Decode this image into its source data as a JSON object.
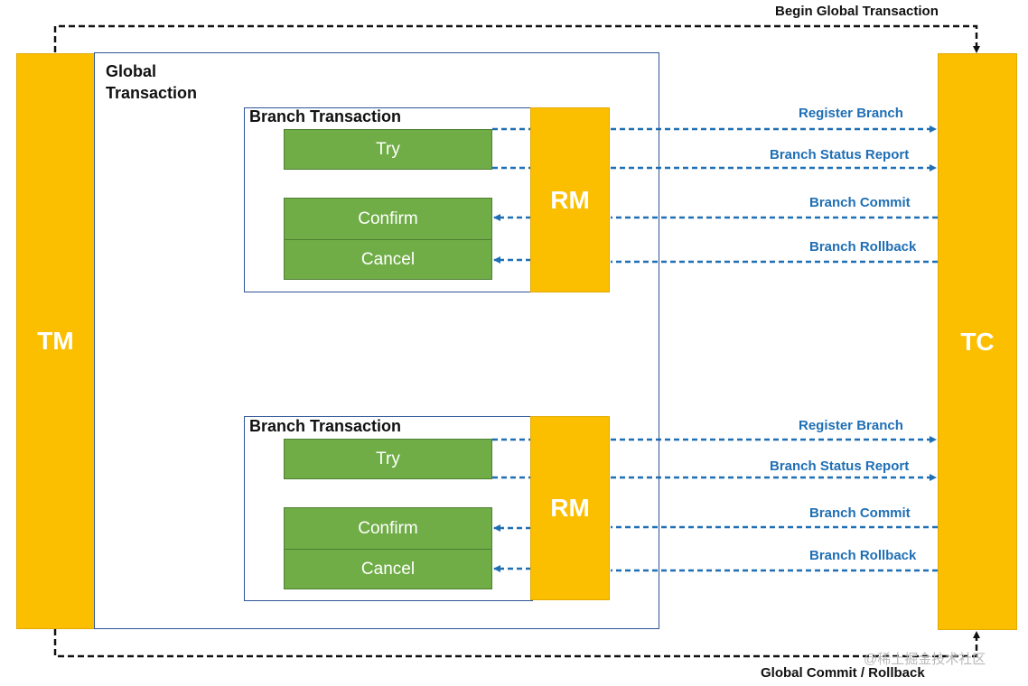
{
  "tm": {
    "label": "TM"
  },
  "tc": {
    "label": "TC"
  },
  "global_frame": {
    "title": "Global\nTransaction"
  },
  "flows": {
    "begin": "Begin Global Transaction",
    "end": "Global Commit / Rollback"
  },
  "branches": [
    {
      "title": "Branch Transaction",
      "rm": "RM",
      "try": "Try",
      "confirm": "Confirm",
      "cancel": "Cancel",
      "register": "Register Branch",
      "status": "Branch Status Report",
      "commit": "Branch Commit",
      "rollback": "Branch Rollback"
    },
    {
      "title": "Branch Transaction",
      "rm": "RM",
      "try": "Try",
      "confirm": "Confirm",
      "cancel": "Cancel",
      "register": "Register Branch",
      "status": "Branch Status Report",
      "commit": "Branch Commit",
      "rollback": "Branch Rollback"
    }
  ],
  "watermark": "@稀土掘金技术社区",
  "colors": {
    "yellow": "#fbbf00",
    "green": "#70ad47",
    "frame": "#2f5597",
    "arrow_blue": "#1f6fb5"
  }
}
